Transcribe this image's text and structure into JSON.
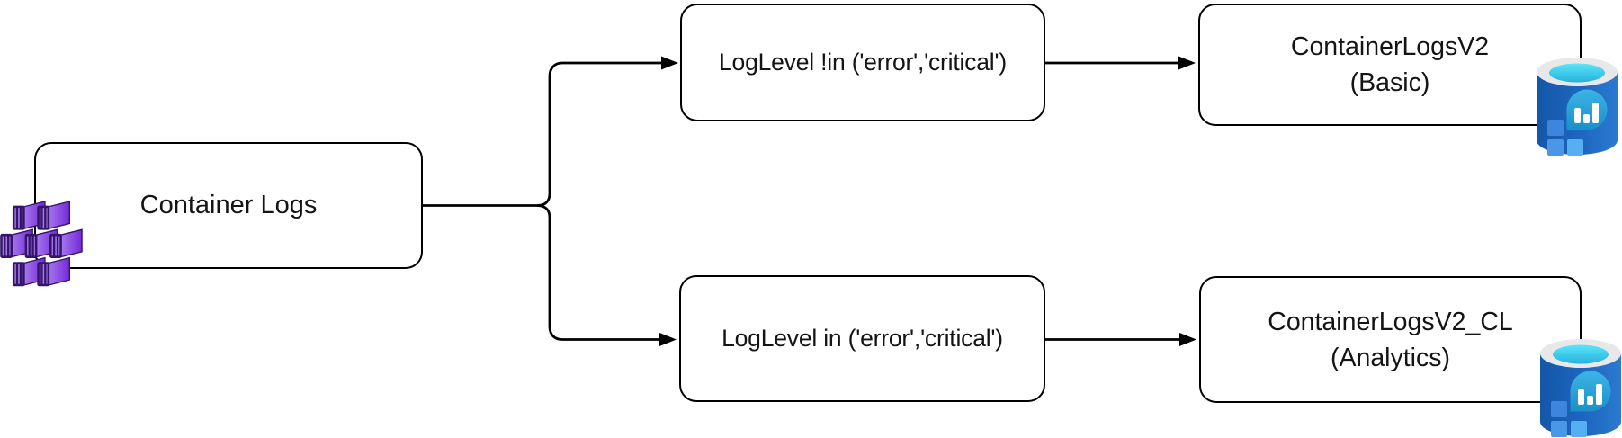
{
  "diagram": {
    "source": {
      "label": "Container Logs",
      "icon": "container-instances-icon"
    },
    "branch_basic": {
      "filter_label": "LogLevel !in ('error','critical')",
      "table_name": "ContainerLogsV2",
      "table_plan": "(Basic)",
      "icon": "log-analytics-icon"
    },
    "branch_analytics": {
      "filter_label": "LogLevel in ('error','critical')",
      "table_name": "ContainerLogsV2_CL",
      "table_plan": "(Analytics)",
      "icon": "log-analytics-icon"
    },
    "colors": {
      "line": "#000000",
      "node_fill": "#ffffff",
      "node_border": "#000000",
      "container_purple": "#9a63e8",
      "container_purple_dark": "#341569",
      "db_body_blue": "#1d66c0",
      "db_rim_gray": "#e8e8ea",
      "db_top_cyan": "#40d9f5",
      "db_circle_blue": "#2aa5d8",
      "db_square_blue": "#4a97e8",
      "chart_bar_white": "#ffffff"
    }
  }
}
